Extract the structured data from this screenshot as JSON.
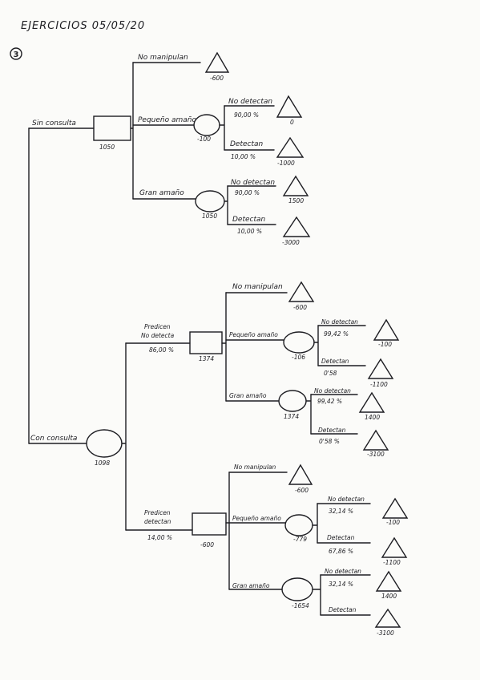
{
  "header": {
    "title": "EJERCICIOS 05/05/20",
    "exercise_number": "3"
  },
  "branches": {
    "sin_consulta": "Sin consulta",
    "con_consulta": "Con consulta",
    "no_manipulan": "No manipulan",
    "pequeno_amano": "Pequeño amaño",
    "gran_amano": "Gran amaño",
    "no_detectan": "No detectan",
    "detectan": "Detectan",
    "predicen_no_detecta": [
      "Predicen",
      "No detecta"
    ],
    "predicen_detectan": [
      "Predicen",
      "detectan"
    ]
  },
  "values": {
    "sin_decision": "1050",
    "sin_no_manip": "-600",
    "sin_peq_node": "-100",
    "sin_peq_nodet_prob": "90,00 %",
    "sin_peq_det_prob": "10,00 %",
    "sin_peq_nodet_pay": "0",
    "sin_peq_det_pay": "-1000",
    "sin_gran_node": "1050",
    "sin_gran_nodet_prob": "90,00 %",
    "sin_gran_det_prob": "10,00 %",
    "sin_gran_nodet_pay": "1500",
    "sin_gran_det_pay": "-3000",
    "con_node": "1098",
    "pnd_prob": "86,00 %",
    "pnd_decision": "1374",
    "pnd_no_manip": "-600",
    "pnd_peq_node": "-106",
    "pnd_peq_nodet_prob": "99,42 %",
    "pnd_peq_det_prob": "0'58",
    "pnd_peq_nodet_pay": "-100",
    "pnd_peq_det_pay": "-1100",
    "pnd_gran_node": "1374",
    "pnd_gran_nodet_prob": "99,42 %",
    "pnd_gran_det_prob": "0'58 %",
    "pnd_gran_nodet_pay": "1400",
    "pnd_gran_det_pay": "-3100",
    "pd_prob": "14,00 %",
    "pd_decision": "-600",
    "pd_no_manip": "-600",
    "pd_peq_node": "-779",
    "pd_peq_nodet_prob": "32,14 %",
    "pd_peq_det_prob": "67,86 %",
    "pd_peq_nodet_pay": "-100",
    "pd_peq_det_pay": "-1100",
    "pd_gran_node": "-1654",
    "pd_gran_nodet_prob": "32,14 %",
    "pd_gran_nodet_pay": "1400",
    "pd_gran_det_pay": "-3100"
  }
}
